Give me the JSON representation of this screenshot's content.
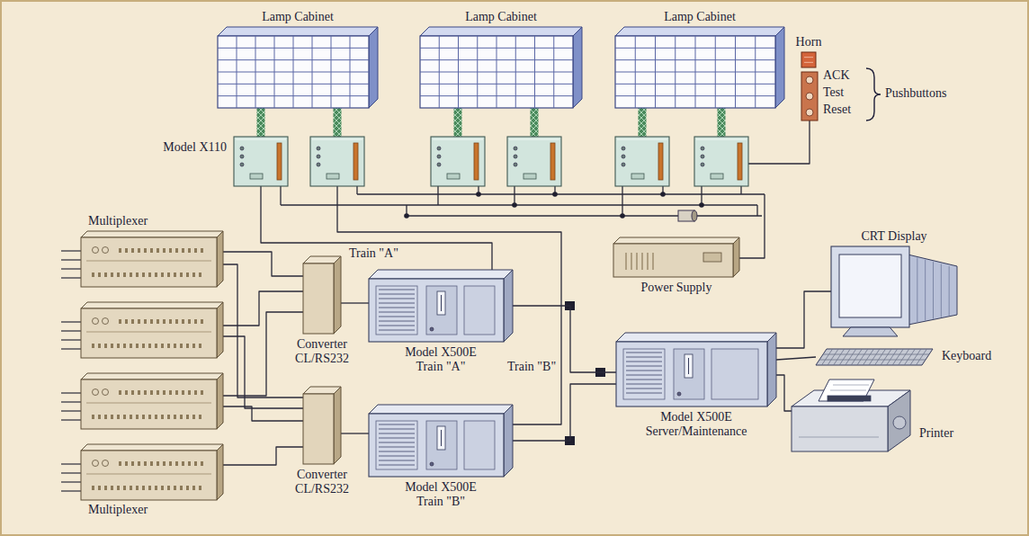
{
  "diagram": {
    "nodes": [
      {
        "text": [
          "Lamp Cabinet"
        ]
      },
      {
        "text": [
          "Lamp Cabinet"
        ]
      },
      {
        "text": [
          "Lamp Cabinet"
        ]
      },
      {
        "text": [
          "Horn"
        ]
      },
      {
        "text": [
          "ACK",
          "Test",
          "Reset"
        ]
      },
      {
        "text": [
          "Model X110"
        ]
      },
      {
        "text": [
          "Multiplexer"
        ]
      },
      {
        "text": [
          "Multiplexer"
        ]
      },
      {
        "text": [
          "Converter CL/RS232"
        ]
      },
      {
        "text": [
          "Converter CL/RS232"
        ]
      },
      {
        "text": [
          "Model X500E Train \"A\""
        ]
      },
      {
        "text": [
          "Model X500E Train \"B\""
        ]
      },
      {
        "text": [
          "Power Supply"
        ]
      },
      {
        "text": [
          "Model X500E Server/Maintenance"
        ]
      },
      {
        "text": [
          "CRT Display"
        ]
      },
      {
        "text": [
          "Keyboard"
        ]
      },
      {
        "text": [
          "Printer"
        ]
      }
    ],
    "edges": [
      {
        "from": 0,
        "to": 5,
        "arrow": "none"
      },
      {
        "from": 5,
        "to": 10,
        "arrow": "none"
      },
      {
        "from": 6,
        "to": 8,
        "arrow": "none"
      },
      {
        "from": 7,
        "to": 9,
        "arrow": "none"
      },
      {
        "from": 8,
        "to": 10,
        "arrow": "none"
      },
      {
        "from": 9,
        "to": 11,
        "arrow": "none"
      },
      {
        "from": 10,
        "to": 13,
        "arrow": "none"
      },
      {
        "from": 11,
        "to": 13,
        "arrow": "none"
      },
      {
        "from": 13,
        "to": 14,
        "arrow": "none"
      },
      {
        "from": 13,
        "to": 15,
        "arrow": "none"
      },
      {
        "from": 13,
        "to": 16,
        "arrow": "none"
      }
    ],
    "labels": [
      "Pushbuttons",
      "Train \"A\"",
      "Train \"B\""
    ]
  }
}
